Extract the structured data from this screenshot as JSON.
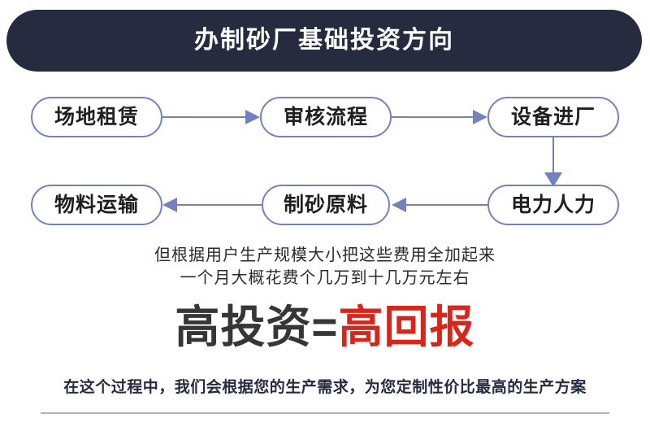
{
  "header": {
    "title": "办制砂厂基础投资方向",
    "background_color": "#272b40",
    "text_color": "#ffffff"
  },
  "diagram": {
    "accent_color": "#7382bd",
    "node_text_color": "#1f1f1f",
    "nodes": [
      {
        "id": "site",
        "label": "场地租赁"
      },
      {
        "id": "review",
        "label": "审核流程"
      },
      {
        "id": "equipment",
        "label": "设备进厂"
      },
      {
        "id": "power",
        "label": "电力人力"
      },
      {
        "id": "material",
        "label": "制砂原料"
      },
      {
        "id": "transport",
        "label": "物料运输"
      }
    ],
    "connections": [
      {
        "from": "site",
        "to": "review",
        "direction": "right"
      },
      {
        "from": "review",
        "to": "equipment",
        "direction": "right"
      },
      {
        "from": "equipment",
        "to": "power",
        "direction": "down"
      },
      {
        "from": "power",
        "to": "material",
        "direction": "left"
      },
      {
        "from": "material",
        "to": "transport",
        "direction": "left"
      }
    ]
  },
  "description": {
    "line1": "但根据用户生产规模大小把这些费用全加起来",
    "line2": "一个月大概花费个几万到十几万元左右"
  },
  "headline": {
    "dark_part": "高投资=",
    "red_part": "高回报",
    "dark_color": "#363636",
    "red_color": "#d8261b"
  },
  "footer": {
    "text": "在这个过程中，我们会根据您的生产需求，为您定制性价比最高的生产方案",
    "text_color": "#272b40",
    "rule_color": "#b5b5b5"
  }
}
